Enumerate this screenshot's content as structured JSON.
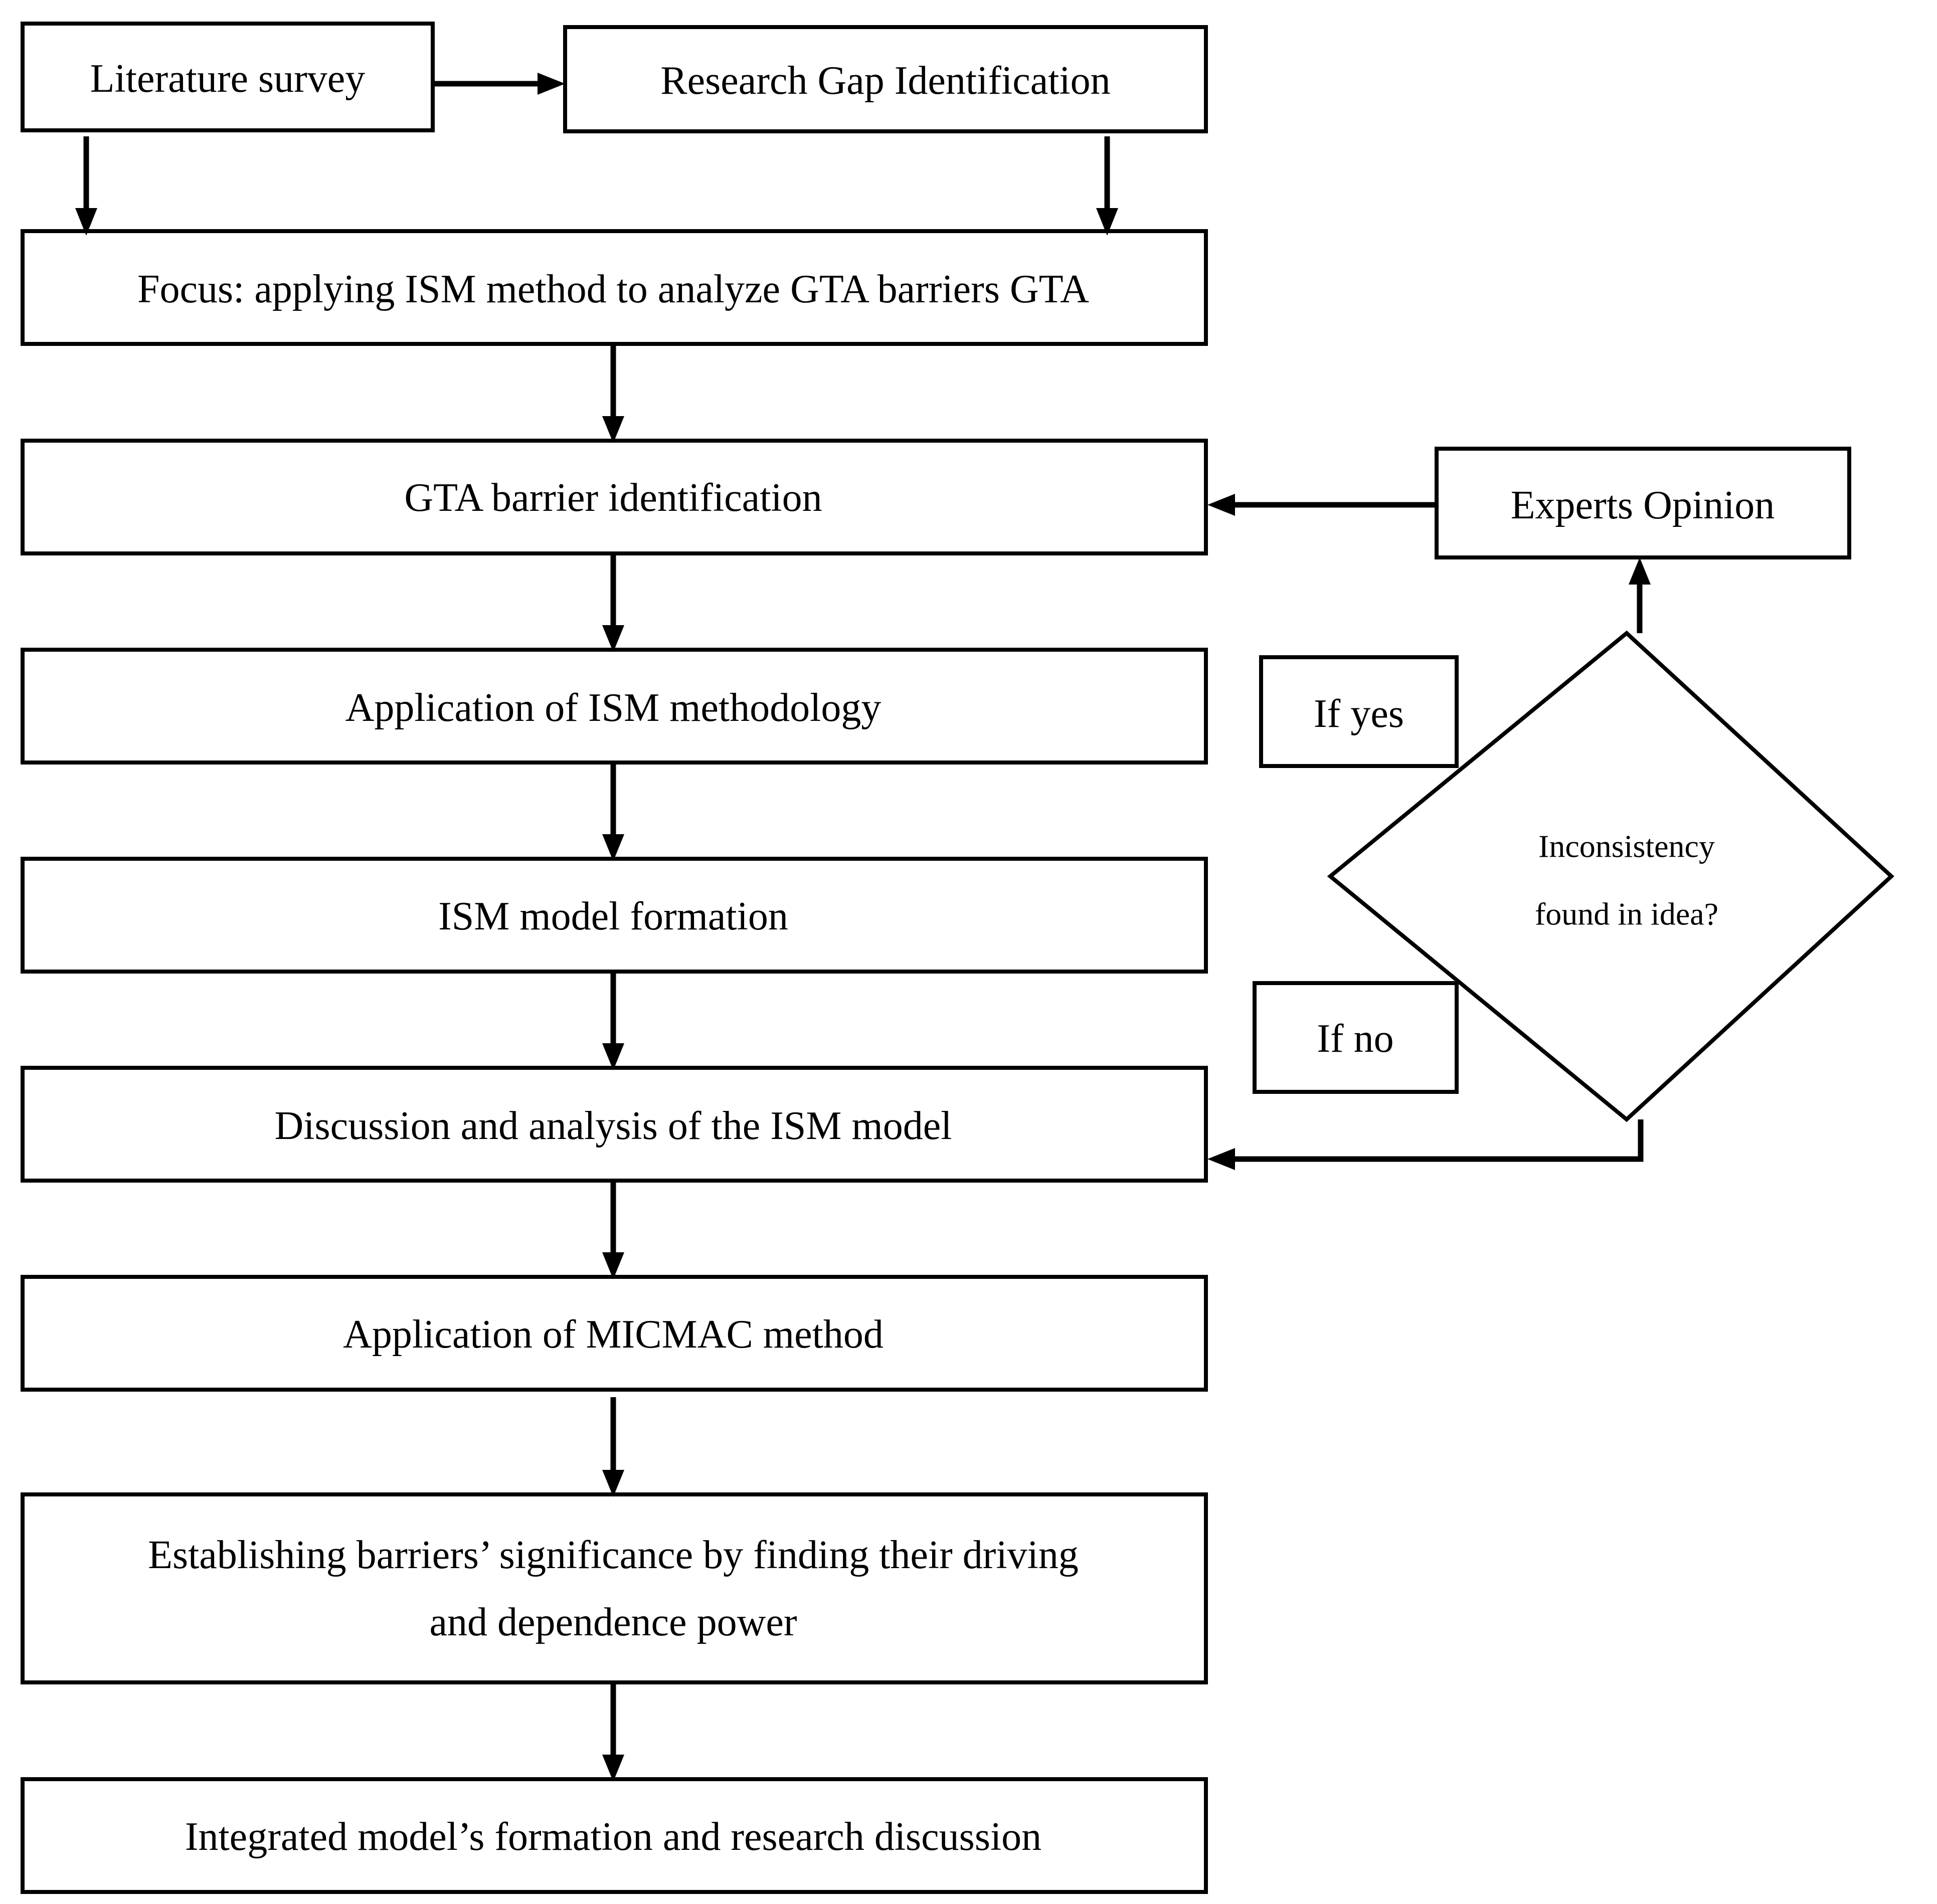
{
  "nodes": {
    "literature_survey": "Literature survey",
    "research_gap": "Research Gap Identification",
    "focus": "Focus: applying ISM method to analyze GTA barriers GTA",
    "barrier_identification": "GTA barrier identification",
    "experts_opinion": "Experts Opinion",
    "ism_application": "Application of ISM methodology",
    "ism_model_formation": "ISM model formation",
    "discussion": "Discussion and analysis of the ISM model",
    "micmac": "Application of MICMAC method",
    "significance_line1": "Establishing barriers’ significance by finding their driving",
    "significance_line2": "and dependence power",
    "integrated_model": "Integrated model’s formation and research discussion"
  },
  "decision": {
    "line1": "Inconsistency",
    "line2": "found in idea?",
    "yes_label": "If yes",
    "no_label": "If no"
  },
  "connector_icons": {
    "arrow_style": "solid-arrowhead",
    "line_color": "#000000"
  }
}
